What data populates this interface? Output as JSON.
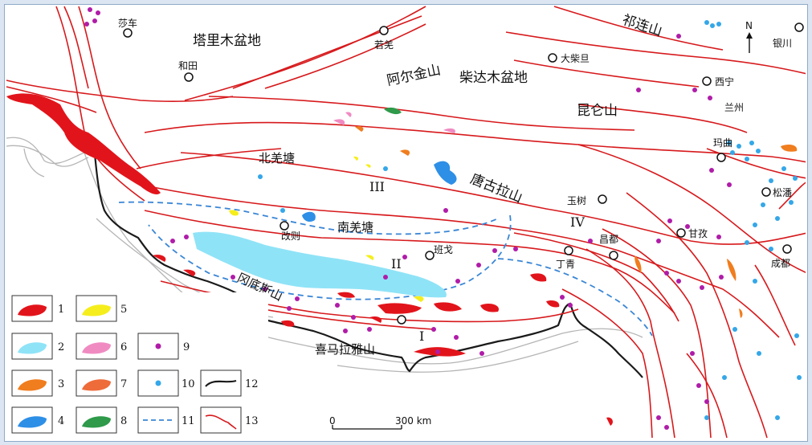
{
  "colors": {
    "fault": "#d7191c",
    "boundary": "#222222",
    "suture": "#3a86d6",
    "gray_border": "#b5b5b5",
    "c1": "#e2141b",
    "c2": "#8fe3f7",
    "c3": "#f07d1e",
    "c4": "#2e8fe6",
    "c5": "#f5ee1c",
    "c6": "#f08bc2",
    "c7": "#ee6b3a",
    "c8": "#2e9a4a",
    "c9": "#b01ca8",
    "c10": "#34a7e8"
  },
  "regions": {
    "tarim": "塔里木盆地",
    "altun": "阿尔金山",
    "qaidam": "柴达木盆地",
    "qilian": "祁连山",
    "kunlun": "昆仑山",
    "north_qiangtang": "北羌塘",
    "south_qiangtang": "南羌塘",
    "tanggula": "唐古拉山",
    "gangdise": "冈底斯山",
    "himalaya": "喜马拉雅山"
  },
  "cities": {
    "shache": "莎车",
    "hetian": "和田",
    "ruoqiang": "若羌",
    "dachaidan": "大柴旦",
    "xining": "西宁",
    "lanzhou": "兰州",
    "yinchuan": "银川",
    "maqu": "玛曲",
    "songpan": "松潘",
    "yushu": "玉树",
    "ganzi": "甘孜",
    "changdu": "昌都",
    "dingqing": "丁青",
    "chengdu": "成都",
    "gaize": "改则",
    "bange": "班戈"
  },
  "zones": {
    "i": "I",
    "ii": "II",
    "iii": "III",
    "iv": "IV"
  },
  "north": "N",
  "scale": {
    "start": "0",
    "end": "300 km"
  },
  "legend": [
    "1",
    "2",
    "3",
    "4",
    "5",
    "6",
    "7",
    "8",
    "9",
    "10",
    "11",
    "12",
    "13"
  ]
}
